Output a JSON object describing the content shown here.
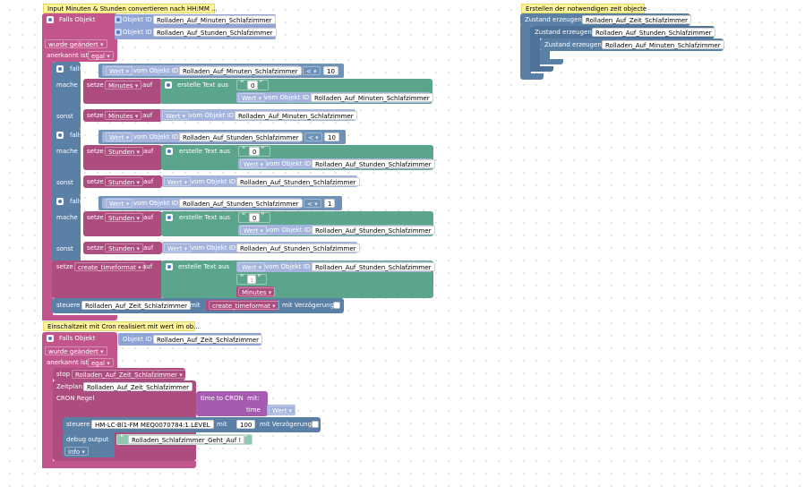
{
  "labels": {
    "falls": "falls",
    "mache": "mache",
    "sonst": "sonst",
    "setze": "setze",
    "auf": "auf",
    "wert": "Wert",
    "vom_objekt_id": "vom Objekt ID",
    "objekt_id": "Objekt ID",
    "erstelle_text_aus": "erstelle Text aus",
    "steuere": "steuere",
    "mit": "mit",
    "mit_verzoegerung": "mit Verzögerung",
    "falls_objekt": "Falls Objekt",
    "wurde_geaendert": "wurde geändert",
    "anerkannt_ist": "anerkannt ist",
    "egal": "egal",
    "stop": "stop",
    "zeitplan": "Zeitplan",
    "cron_regel": "CRON Regel",
    "time_to_cron": "time to CRON",
    "mit_colon": "mit:",
    "time": "time",
    "debug_output": "debug output",
    "info": "info",
    "zustand_erzeugen": "Zustand erzeugen",
    "lt": "<",
    "minutes": "Minutes",
    "stunden": "Stunden",
    "create_timeformat": "create_timeformat",
    "quote_open": "“",
    "quote_close": "”"
  },
  "comments": {
    "c1": "Input Minuten & Stunden convertieren nach HH:MM ...",
    "c2": "Erstellen der notwendigen zeit objecte",
    "c3": "Einschaltzeit mit Cron realisiert mit wert im ob..."
  },
  "objects": {
    "minuten": "Rolladen_Auf_Minuten_Schlafzimmer",
    "stunden": "Rolladen_Auf_Stunden_Schlafzimmer",
    "zeit": "Rolladen_Auf_Zeit_Schlafzimmer",
    "device": "HM-LC-Bl1-FM MEQ0070784:1.LEVEL"
  },
  "values": {
    "ten": "10",
    "one": "1",
    "zero": "0",
    "colon": ":",
    "hundred": "100",
    "geht_auf": "Rolladen_Schlafzimmer_Geht_Auf !"
  }
}
